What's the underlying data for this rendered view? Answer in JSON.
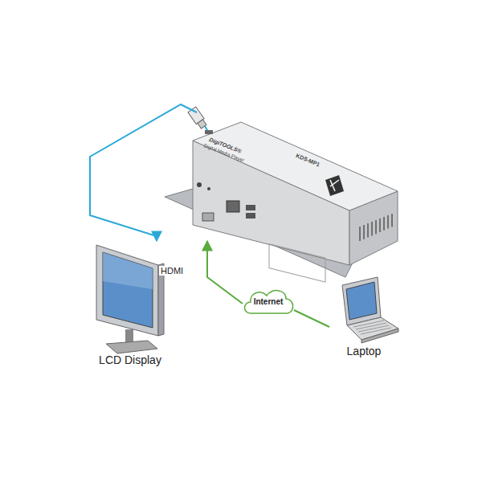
{
  "diagram": {
    "nodes": [
      {
        "text": [
          "DigiTOOLS®",
          "Digital Media Player",
          "KDS-MP1"
        ]
      },
      {
        "text": [
          "LCD Display"
        ]
      },
      {
        "text": [
          "Internet"
        ]
      },
      {
        "text": [
          "Laptop"
        ]
      }
    ],
    "edges": [
      {
        "from": 0,
        "to": 1,
        "label": "HDMI",
        "arrow": "to"
      },
      {
        "from": 2,
        "to": 0,
        "arrow": "to"
      },
      {
        "from": 3,
        "to": 2,
        "arrow": "none"
      }
    ]
  }
}
